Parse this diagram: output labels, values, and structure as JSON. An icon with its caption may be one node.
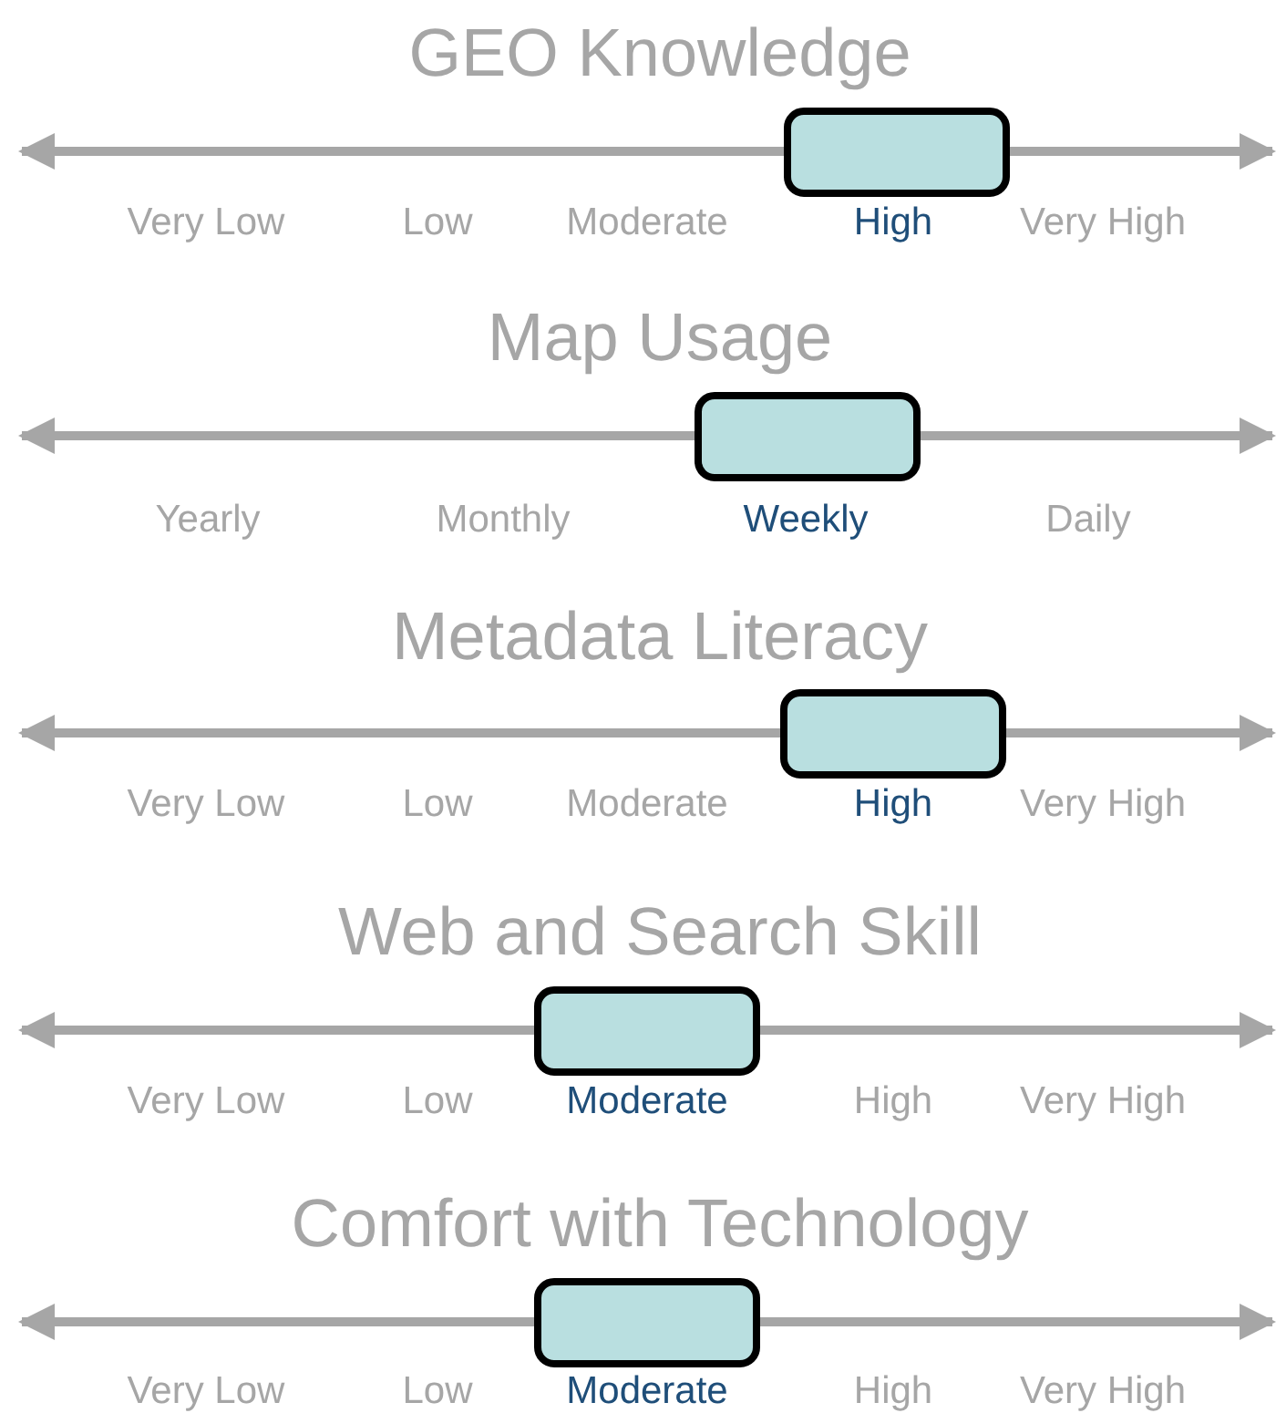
{
  "diagram": {
    "nodes": [
      {
        "text": [],
        "shape": "box"
      },
      {
        "text": [],
        "shape": "box"
      },
      {
        "text": [],
        "shape": "box"
      },
      {
        "text": [],
        "shape": "box"
      },
      {
        "text": [],
        "shape": "box"
      }
    ],
    "labels": [
      "GEO Knowledge",
      "Very Low",
      "Low",
      "Moderate",
      "High",
      "Very High",
      "Map Usage",
      "Yearly",
      "Monthly",
      "Weekly",
      "Daily",
      "Metadata Literacy",
      "Very Low",
      "Low",
      "Moderate",
      "High",
      "Very High",
      "Web and Search Skill",
      "Very Low",
      "Low",
      "Moderate",
      "High",
      "Very High",
      "Comfort with Technology",
      "Very Low",
      "Low",
      "Moderate",
      "High",
      "Very High"
    ]
  }
}
